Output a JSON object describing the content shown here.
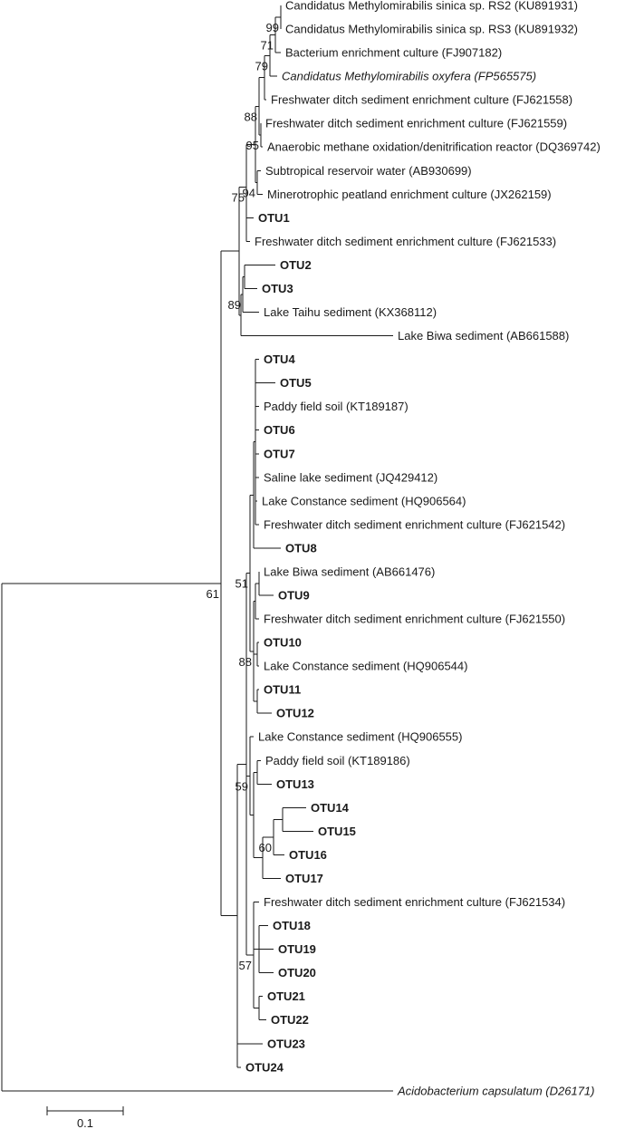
{
  "figure": {
    "type": "phylogenetic-tree",
    "scale_bar": {
      "value": 0.1,
      "label": "0.1"
    }
  },
  "leaves": [
    {
      "label": "Candidatus Methylomirabilis sinica sp. RS2 (KU891931)",
      "bold": false,
      "italic": false
    },
    {
      "label": "Candidatus Methylomirabilis sinica sp. RS3 (KU891932)",
      "bold": false,
      "italic": false
    },
    {
      "label": "Bacterium enrichment culture (FJ907182)",
      "bold": false,
      "italic": false
    },
    {
      "label": "Candidatus Methylomirabilis oxyfera (FP565575)",
      "bold": false,
      "italic": true
    },
    {
      "label": "Freshwater ditch sediment enrichment culture (FJ621558)",
      "bold": false,
      "italic": false
    },
    {
      "label": "Freshwater ditch sediment enrichment culture (FJ621559)",
      "bold": false,
      "italic": false
    },
    {
      "label": "Anaerobic methane oxidation/denitrification reactor (DQ369742)",
      "bold": false,
      "italic": false
    },
    {
      "label": "Subtropical reservoir water (AB930699)",
      "bold": false,
      "italic": false
    },
    {
      "label": "Minerotrophic peatland enrichment culture (JX262159)",
      "bold": false,
      "italic": false
    },
    {
      "label": "OTU1",
      "bold": true,
      "italic": false
    },
    {
      "label": "Freshwater ditch sediment enrichment culture (FJ621533)",
      "bold": false,
      "italic": false
    },
    {
      "label": "OTU2",
      "bold": true,
      "italic": false
    },
    {
      "label": "OTU3",
      "bold": true,
      "italic": false
    },
    {
      "label": "Lake Taihu sediment (KX368112)",
      "bold": false,
      "italic": false
    },
    {
      "label": "Lake Biwa sediment (AB661588)",
      "bold": false,
      "italic": false
    },
    {
      "label": "OTU4",
      "bold": true,
      "italic": false
    },
    {
      "label": "OTU5",
      "bold": true,
      "italic": false
    },
    {
      "label": "Paddy field soil (KT189187)",
      "bold": false,
      "italic": false
    },
    {
      "label": "OTU6",
      "bold": true,
      "italic": false
    },
    {
      "label": "OTU7",
      "bold": true,
      "italic": false
    },
    {
      "label": "Saline lake sediment (JQ429412)",
      "bold": false,
      "italic": false
    },
    {
      "label": "Lake Constance sediment (HQ906564)",
      "bold": false,
      "italic": false
    },
    {
      "label": "Freshwater ditch sediment enrichment culture (FJ621542)",
      "bold": false,
      "italic": false
    },
    {
      "label": "OTU8",
      "bold": true,
      "italic": false
    },
    {
      "label": "Lake Biwa sediment (AB661476)",
      "bold": false,
      "italic": false
    },
    {
      "label": "OTU9",
      "bold": true,
      "italic": false
    },
    {
      "label": "Freshwater ditch sediment enrichment culture (FJ621550)",
      "bold": false,
      "italic": false
    },
    {
      "label": "OTU10",
      "bold": true,
      "italic": false
    },
    {
      "label": "Lake Constance sediment (HQ906544)",
      "bold": false,
      "italic": false
    },
    {
      "label": "OTU11",
      "bold": true,
      "italic": false
    },
    {
      "label": "OTU12",
      "bold": true,
      "italic": false
    },
    {
      "label": "Lake Constance sediment (HQ906555)",
      "bold": false,
      "italic": false
    },
    {
      "label": "Paddy field soil (KT189186)",
      "bold": false,
      "italic": false
    },
    {
      "label": "OTU13",
      "bold": true,
      "italic": false
    },
    {
      "label": "OTU14",
      "bold": true,
      "italic": false
    },
    {
      "label": "OTU15",
      "bold": true,
      "italic": false
    },
    {
      "label": "OTU16",
      "bold": true,
      "italic": false
    },
    {
      "label": "OTU17",
      "bold": true,
      "italic": false
    },
    {
      "label": "Freshwater ditch sediment enrichment culture (FJ621534)",
      "bold": false,
      "italic": false
    },
    {
      "label": "OTU18",
      "bold": true,
      "italic": false
    },
    {
      "label": "OTU19",
      "bold": true,
      "italic": false
    },
    {
      "label": "OTU20",
      "bold": true,
      "italic": false
    },
    {
      "label": "OTU21",
      "bold": true,
      "italic": false
    },
    {
      "label": "OTU22",
      "bold": true,
      "italic": false
    },
    {
      "label": "OTU23",
      "bold": true,
      "italic": false
    },
    {
      "label": "OTU24",
      "bold": true,
      "italic": false
    },
    {
      "label": "Acidobacterium capsulatum (D26171)",
      "bold": false,
      "italic": true
    }
  ],
  "bootstrap": [
    "99",
    "71",
    "79",
    "88",
    "75",
    "95",
    "94",
    "89",
    "51",
    "88",
    "59",
    "60",
    "57",
    "61"
  ]
}
